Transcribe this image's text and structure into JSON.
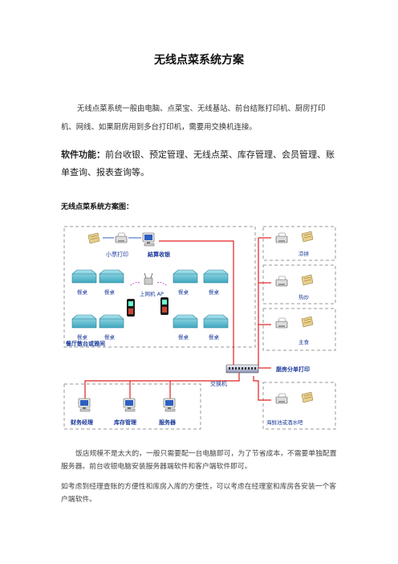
{
  "document": {
    "title": "无线点菜系统方案",
    "intro": "无线点菜系统一般由电脑、点菜宝、无线基站、前台结账打印机、厨房打印机、网线、如果厨房用到多台打印机，需要用交换机连接。",
    "features_label": "软件功能：",
    "features_text": "前台收银、预定管理、无线点菜、库存管理、会员管理、账单查询、报表查询等。",
    "diagram_heading": "无线点菜系统方案图：",
    "para_small_store": "饭店规模不是太大的，一般只需要配一台电脑即可，为了节省成本，不需要单独配置服务器。前台收银电脑安装服务器端软件和客户端软件即可。",
    "para_manager": "如考虑到经理查账的方便性和库房入库的方便性，可以考虑在经理室和库房各安装一个客户端软件。"
  },
  "diagram": {
    "labels": {
      "small_printer": "小票打印",
      "front_desk": "結算收银",
      "table": "餐桌",
      "ap": "上网机 AP",
      "hall": "餐厅散台或雅间",
      "switch": "交换机",
      "finance": "财务经理",
      "inventory": "库存管理",
      "server": "服务器",
      "kitchen_cold": "凉拼",
      "kitchen_hot": "热炒",
      "kitchen_staple": "主食",
      "kitchen_print": "厨房分单打印",
      "kitchen_bar": "海鲜池或酒水吧"
    },
    "colors": {
      "line": "#e02020",
      "dashed": "#999999",
      "label_blue": "#1a3a9a"
    }
  }
}
